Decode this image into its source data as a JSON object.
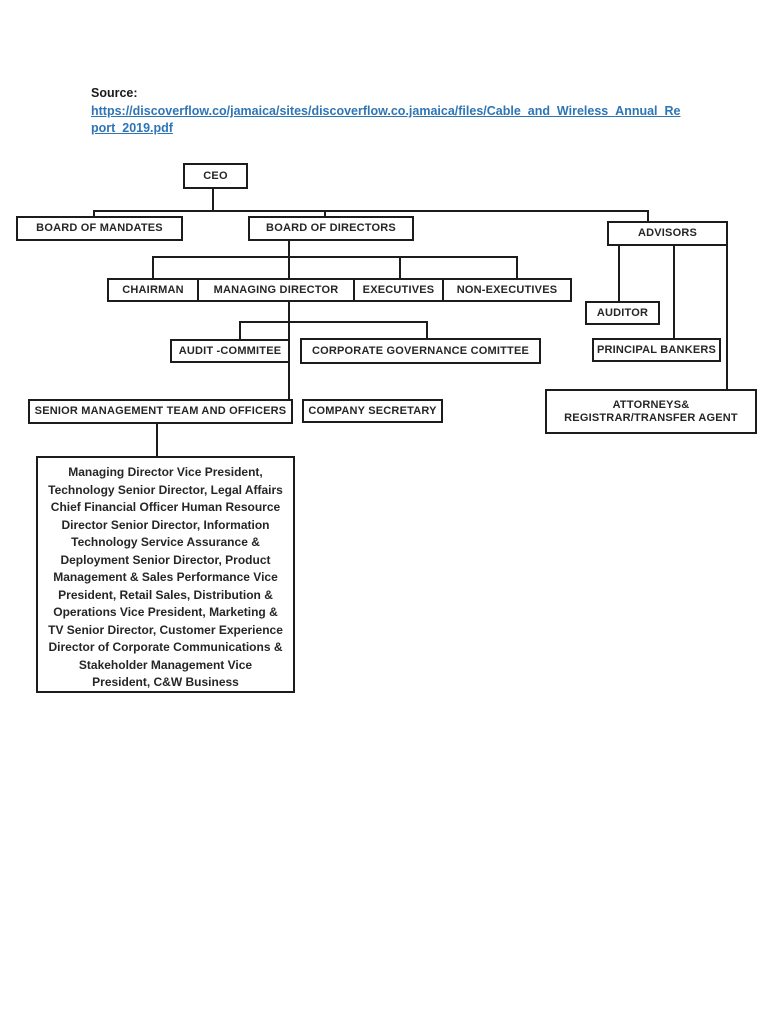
{
  "source": {
    "label": "Source:",
    "link_line1": "https://discoverflow.co/jamaica/sites/discoverflow.co.jamaica/files/Cable_and_Wireless_Annual_Re",
    "link_line2": "port_2019.pdf",
    "link_color": "#2E75B6"
  },
  "org_chart": {
    "nodes": {
      "ceo": {
        "label": "CEO"
      },
      "board_of_mandates": {
        "label": "BOARD OF MANDATES"
      },
      "board_of_directors": {
        "label": "BOARD OF DIRECTORS"
      },
      "advisors": {
        "label": "ADVISORS"
      },
      "chairman": {
        "label": "CHAIRMAN"
      },
      "managing_director": {
        "label": "MANAGING DIRECTOR"
      },
      "executives": {
        "label": "EXECUTIVES"
      },
      "non_executives": {
        "label": "NON-EXECUTIVES"
      },
      "audit_committee": {
        "label": "AUDIT -COMMITEE"
      },
      "corporate_governance_committee": {
        "label": "CORPORATE GOVERNANCE COMITTEE"
      },
      "auditor": {
        "label": "AUDITOR"
      },
      "principal_bankers": {
        "label": "PRINCIPAL BANKERS"
      },
      "senior_management_team": {
        "label": "SENIOR MANAGEMENT TEAM AND OFFICERS"
      },
      "company_secretary": {
        "label": "COMPANY SECRETARY"
      },
      "attorneys_registrar": {
        "line1": "ATTORNEYS&",
        "line2": "REGISTRAR/TRANSFER AGENT"
      },
      "senior_management_detail": {
        "lines": [
          "Managing Director Vice President,",
          "Technology Senior Director, Legal Affairs",
          "Chief Financial Officer Human Resource",
          "Director Senior Director, Information",
          "Technology Service Assurance &",
          "Deployment Senior Director, Product",
          "Management & Sales Performance Vice",
          "President, Retail Sales, Distribution &",
          "Operations Vice President, Marketing &",
          "TV Senior Director, Customer Experience",
          "Director of Corporate Communications &",
          "Stakeholder Management Vice",
          "President, C&W Business"
        ]
      }
    }
  }
}
